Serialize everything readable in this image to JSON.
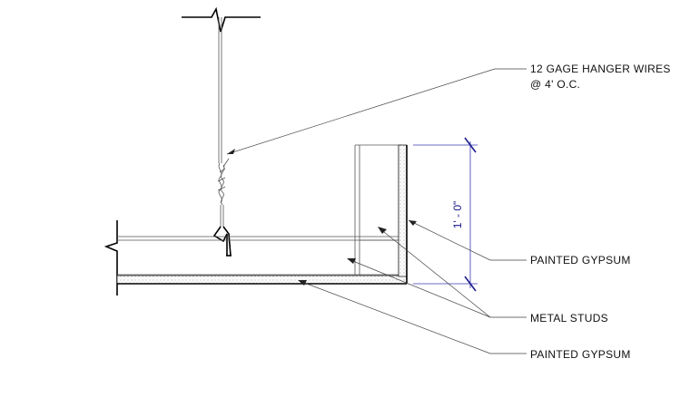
{
  "labels": {
    "hanger_line1": "12 GAGE HANGER WIRES",
    "hanger_line2": "@ 4' O.C.",
    "gypsum_upper": "PAINTED GYPSUM",
    "metal_studs": "METAL STUDS",
    "gypsum_lower": "PAINTED GYPSUM"
  },
  "dimension": {
    "value": "1' - 0\""
  },
  "colors": {
    "line": "#000000",
    "dimension": "#3a3ab0"
  }
}
